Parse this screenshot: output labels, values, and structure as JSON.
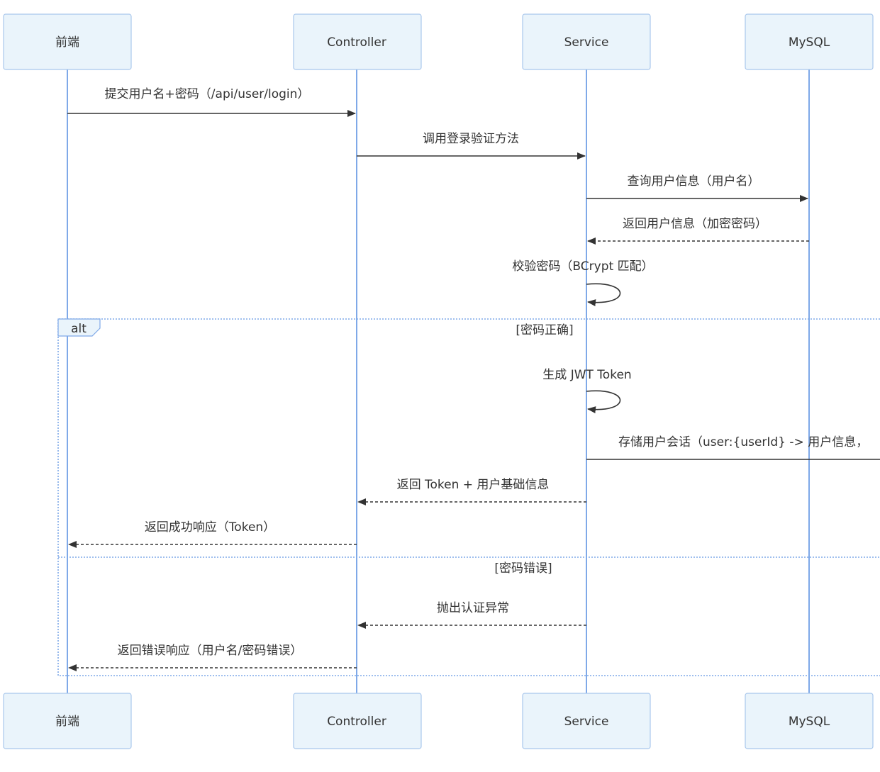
{
  "participants": [
    {
      "id": "frontend",
      "label": "前端"
    },
    {
      "id": "controller",
      "label": "Controller"
    },
    {
      "id": "service",
      "label": "Service"
    },
    {
      "id": "mysql",
      "label": "MySQL"
    }
  ],
  "messages": [
    {
      "from": "frontend",
      "to": "controller",
      "text": "提交用户名+密码（/api/user/login）",
      "style": "solid"
    },
    {
      "from": "controller",
      "to": "service",
      "text": "调用登录验证方法",
      "style": "solid"
    },
    {
      "from": "service",
      "to": "mysql",
      "text": "查询用户信息（用户名）",
      "style": "solid"
    },
    {
      "from": "mysql",
      "to": "service",
      "text": "返回用户信息（加密密码）",
      "style": "dashed"
    },
    {
      "from": "service",
      "to": "service",
      "text": "校验密码（BCrypt 匹配）",
      "style": "self"
    },
    {
      "from": "service",
      "to": "service",
      "text": "生成 JWT Token",
      "style": "self"
    },
    {
      "from": "service",
      "to": "offscreen",
      "text": "存储用户会话（user:{userId} -> 用户信息，",
      "style": "solid"
    },
    {
      "from": "service",
      "to": "controller",
      "text": "返回 Token + 用户基础信息",
      "style": "dashed"
    },
    {
      "from": "controller",
      "to": "frontend",
      "text": "返回成功响应（Token）",
      "style": "dashed"
    },
    {
      "from": "service",
      "to": "controller",
      "text": "抛出认证异常",
      "style": "dashed"
    },
    {
      "from": "controller",
      "to": "frontend",
      "text": "返回错误响应（用户名/密码错误）",
      "style": "dashed"
    }
  ],
  "alt_frame": {
    "tag": "alt",
    "branches": [
      "[密码正确]",
      "[密码错误]"
    ]
  },
  "colors": {
    "actor_fill": "#eaf4fb",
    "actor_stroke": "#a9c7ec",
    "lifeline": "#7fa9e8",
    "text": "#333333"
  }
}
